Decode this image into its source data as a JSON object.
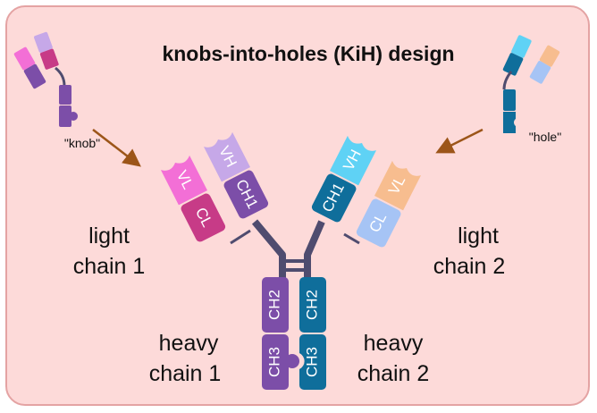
{
  "title": "knobs-into-holes (KiH) design",
  "annotations": {
    "knob": "\"knob\"",
    "hole": "\"hole\""
  },
  "labels": {
    "light_chain_1": [
      "light",
      "chain 1"
    ],
    "light_chain_2": [
      "light",
      "chain 2"
    ],
    "heavy_chain_1": [
      "heavy",
      "chain 1"
    ],
    "heavy_chain_2": [
      "heavy",
      "chain 2"
    ]
  },
  "domains": {
    "vl": "VL",
    "vh": "VH",
    "cl": "CL",
    "ch1": "CH1",
    "ch2": "CH2",
    "ch3": "CH3"
  },
  "colors": {
    "background": "#fddad9",
    "border": "#e4a3a3",
    "vl1": "#f36fd6",
    "cl1": "#c73b87",
    "vh1": "#c6a8e8",
    "heavy1": "#7c4ea8",
    "vh2": "#5fd2f5",
    "heavy2": "#0f6e9b",
    "vl2": "#f7bd8f",
    "cl2": "#a6c4f5",
    "hinge": "#4f4c6f",
    "arrow": "#9c5519"
  }
}
